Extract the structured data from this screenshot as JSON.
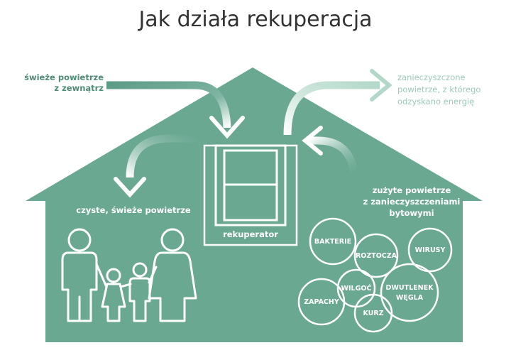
{
  "title": "Jak działa rekuperacja",
  "labels": {
    "fresh_outside": [
      "świeże powietrze",
      "z zewnątrz"
    ],
    "polluted_out": [
      "zanieczyszczone",
      "powietrze, z którego",
      "odzyskano energię"
    ],
    "clean_fresh": "czyste, świeże powietrze",
    "used_air": [
      "zużyte powietrze",
      "z zanieczyszczeniami",
      "bytowymi"
    ],
    "device": "rekuperator"
  },
  "pollutants": [
    [
      "BAKTERIE"
    ],
    [
      "ROZTOCZA"
    ],
    [
      "WIRUSY"
    ],
    [
      "WILGOĆ"
    ],
    [
      "DWUTLENEK",
      "WĘGLA"
    ],
    [
      "ZAPACHY"
    ],
    [
      "KURZ"
    ]
  ],
  "colors": {
    "house": "#6aa892",
    "house_dark": "#5e9c87",
    "text_dark": "#4f8a77",
    "text_light": "#9ccab7",
    "white": "#ffffff",
    "title": "#333333"
  }
}
